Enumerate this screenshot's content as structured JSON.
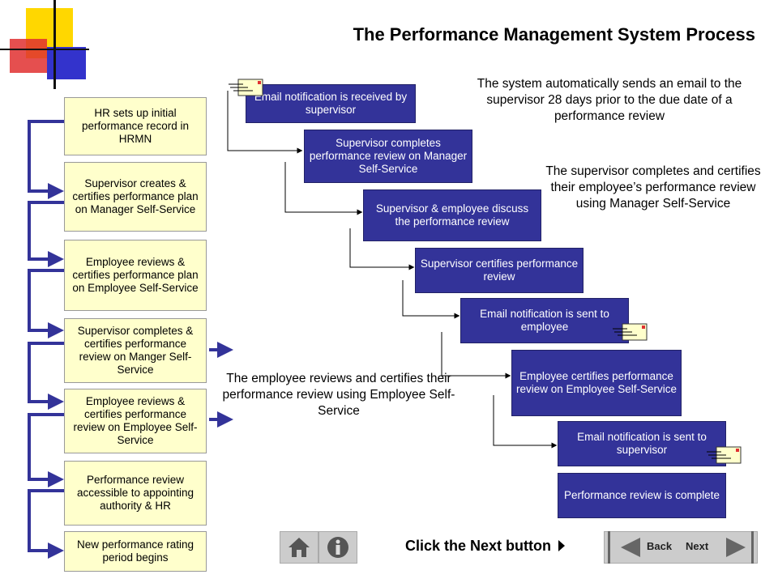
{
  "title": "The Performance Management System Process",
  "colors": {
    "accent_blue": "#333399",
    "box_yellow": "#ffffcc",
    "logo_yellow": "#ffd700",
    "logo_red": "#e03030",
    "logo_blue": "#3333cc"
  },
  "left_steps": [
    "HR sets up initial performance record in HRMN",
    "Supervisor creates & certifies performance plan on Manager Self-Service",
    "Employee reviews & certifies performance plan on Employee Self-Service",
    "Supervisor completes & certifies performance review on Manger Self-Service",
    "Employee reviews & certifies performance review on Employee Self-Service",
    "Performance review accessible to appointing authority & HR",
    "New performance rating period begins"
  ],
  "flow_steps": [
    "Email notification is received by supervisor",
    "Supervisor completes performance review on Manager Self-Service",
    "Supervisor & employee discuss the performance review",
    "Supervisor certifies performance review",
    "Email notification is sent to employee",
    "Employee certifies performance review on Employee Self-Service",
    "Email notification is sent to supervisor",
    "Performance review is complete"
  ],
  "notes": {
    "auto_email": "The system automatically sends an email to the supervisor 28 days prior to the due date of a performance review",
    "supervisor_completes": "The supervisor completes and certifies their employee’s performance review using Manager Self-Service",
    "employee_reviews": "The employee reviews and certifies their performance review using Employee Self-Service"
  },
  "nav": {
    "home_icon": "home-icon",
    "info_icon": "info-icon",
    "click_next": "Click the Next button",
    "back": "Back",
    "next": "Next"
  }
}
